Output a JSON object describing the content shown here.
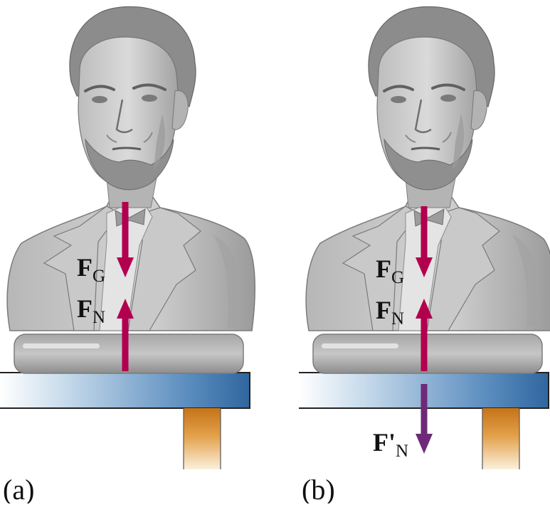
{
  "panels": [
    {
      "label": "(a)",
      "forces": [
        {
          "symbol": "F",
          "subscript": "G",
          "direction": "down"
        },
        {
          "symbol": "F",
          "subscript": "N",
          "direction": "up"
        }
      ]
    },
    {
      "label": "(b)",
      "forces": [
        {
          "symbol": "F",
          "subscript": "G",
          "direction": "down"
        },
        {
          "symbol": "F",
          "subscript": "N",
          "direction": "up"
        },
        {
          "symbol": "F'",
          "subscript": "N",
          "direction": "down"
        }
      ]
    }
  ],
  "colors": {
    "force_arrow": "#b2004e",
    "reaction_arrow": "#6e2a78",
    "table_dark": "#3b72a8",
    "table_light": "#ffffff",
    "leg": "#d48a2a",
    "bust": "#b9b9b9",
    "bust_dark": "#7d7d7d"
  }
}
